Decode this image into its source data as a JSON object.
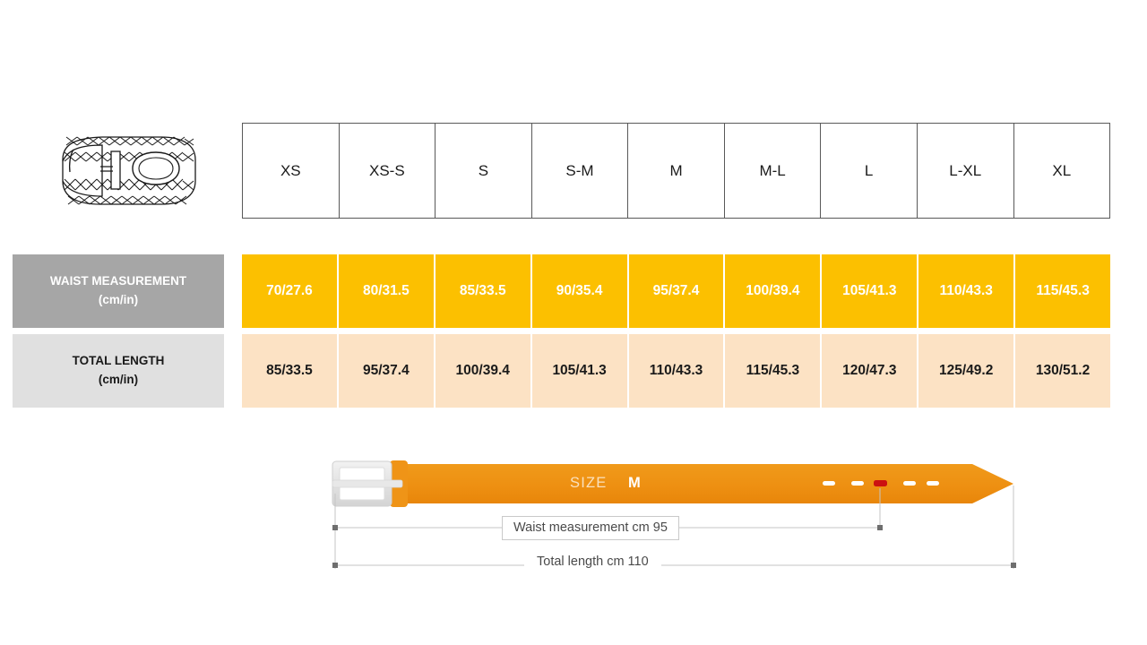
{
  "product_icon": {
    "name": "braided-belt-illustration"
  },
  "table": {
    "size_headers": [
      "XS",
      "XS-S",
      "S",
      "S-M",
      "M",
      "M-L",
      "L",
      "L-XL",
      "XL"
    ],
    "rows": [
      {
        "label_main": "WAIST MEASUREMENT",
        "label_sub": "(cm/in)",
        "values": [
          "70/27.6",
          "80/31.5",
          "85/33.5",
          "90/35.4",
          "95/37.4",
          "100/39.4",
          "105/41.3",
          "110/43.3",
          "115/45.3"
        ]
      },
      {
        "label_main": "TOTAL LENGTH",
        "label_sub": "(cm/in)",
        "values": [
          "85/33.5",
          "95/37.4",
          "100/39.4",
          "105/41.3",
          "110/43.3",
          "115/45.3",
          "120/47.3",
          "125/49.2",
          "130/51.2"
        ]
      }
    ]
  },
  "diagram": {
    "size_prefix": "SIZE",
    "size_value": "M",
    "waist_dimension": "Waist measurement cm 95",
    "total_dimension": "Total length cm 110",
    "holes_count": 5,
    "active_hole_index": 2
  },
  "colors": {
    "amber": "#fcc000",
    "peach": "#fce2c4",
    "gray_dark": "#a6a6a6",
    "gray_light": "#e0e0e0",
    "belt_orange": "#ee9012",
    "buckle_silver": "#e4e4e4",
    "active_hole_red": "#cc1111",
    "border_dark": "#595959"
  }
}
